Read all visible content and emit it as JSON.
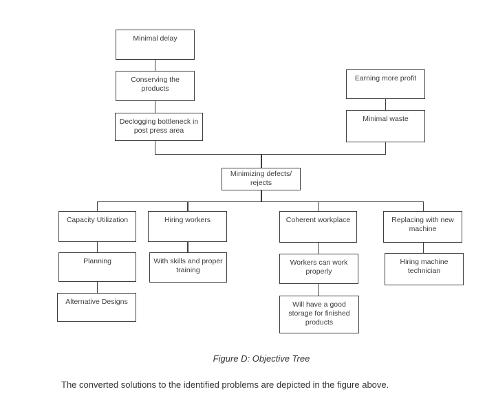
{
  "page": {
    "caption": "Figure D: Objective Tree",
    "paragraph": "The converted solutions to the identified problems are depicted in the figure above."
  },
  "colors": {
    "box_border": "#3f3f3f",
    "box_text": "#3a3a3a",
    "background": "#ffffff"
  },
  "tree": {
    "title": "Objective Tree",
    "nodes": [
      {
        "id": "minimal-delay",
        "label": "Minimal delay"
      },
      {
        "id": "conserving-the-products",
        "label": "Conserving the products"
      },
      {
        "id": "declogging-bottleneck",
        "label": "Declogging bottleneck in post press area"
      },
      {
        "id": "earning-more-profit",
        "label": "Earning more profit"
      },
      {
        "id": "minimal-waste",
        "label": "Minimal waste"
      },
      {
        "id": "minimizing-defects-rejects",
        "label": "Minimizing defects/ rejects"
      },
      {
        "id": "capacity-utilization",
        "label": "Capacity Utilization"
      },
      {
        "id": "hiring-workers",
        "label": "Hiring workers"
      },
      {
        "id": "coherent-workplace",
        "label": "Coherent workplace"
      },
      {
        "id": "replacing-with-new-machine",
        "label": "Replacing with new machine"
      },
      {
        "id": "planning",
        "label": "Planning"
      },
      {
        "id": "with-skills-and-proper-training",
        "label": "With skills and proper training"
      },
      {
        "id": "workers-can-work-properly",
        "label": "Workers can work properly"
      },
      {
        "id": "hiring-machine-technician",
        "label": "Hiring machine technician"
      },
      {
        "id": "alternative-designs",
        "label": "Alternative Designs"
      },
      {
        "id": "storage-for-finished-products",
        "label": "Will have a good storage for finished products"
      }
    ],
    "edges": [
      [
        "minimal-delay",
        "conserving-the-products"
      ],
      [
        "conserving-the-products",
        "declogging-bottleneck"
      ],
      [
        "declogging-bottleneck",
        "minimizing-defects-rejects"
      ],
      [
        "earning-more-profit",
        "minimal-waste"
      ],
      [
        "minimal-waste",
        "minimizing-defects-rejects"
      ],
      [
        "minimizing-defects-rejects",
        "capacity-utilization"
      ],
      [
        "minimizing-defects-rejects",
        "hiring-workers"
      ],
      [
        "minimizing-defects-rejects",
        "coherent-workplace"
      ],
      [
        "minimizing-defects-rejects",
        "replacing-with-new-machine"
      ],
      [
        "capacity-utilization",
        "planning"
      ],
      [
        "planning",
        "alternative-designs"
      ],
      [
        "hiring-workers",
        "with-skills-and-proper-training"
      ],
      [
        "coherent-workplace",
        "workers-can-work-properly"
      ],
      [
        "workers-can-work-properly",
        "storage-for-finished-products"
      ],
      [
        "replacing-with-new-machine",
        "hiring-machine-technician"
      ]
    ]
  }
}
